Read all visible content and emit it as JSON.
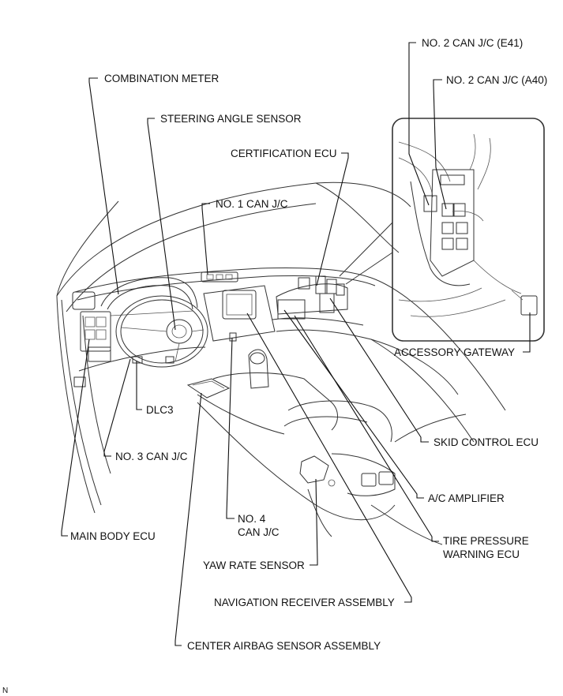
{
  "labels": {
    "combination_meter": "COMBINATION METER",
    "steering_angle_sensor": "STEERING ANGLE SENSOR",
    "certification_ecu": "CERTIFICATION ECU",
    "no1_can_jc": "NO. 1 CAN J/C",
    "no2_can_jc_e41": "NO. 2 CAN J/C (E41)",
    "no2_can_jc_a40": "NO. 2 CAN J/C (A40)",
    "accessory_gateway": "ACCESSORY GATEWAY",
    "skid_control_ecu": "SKID CONTROL ECU",
    "dlc3": "DLC3",
    "no3_can_jc": "NO. 3 CAN J/C",
    "ac_amplifier": "A/C AMPLIFIER",
    "no4_can_jc_line1": "NO. 4",
    "no4_can_jc_line2": "CAN J/C",
    "main_body_ecu": "MAIN BODY ECU",
    "tire_pressure_line1": "TIRE PRESSURE",
    "tire_pressure_line2": "WARNING ECU",
    "yaw_rate_sensor": "YAW RATE SENSOR",
    "navigation_receiver": "NAVIGATION RECEIVER ASSEMBLY",
    "center_airbag_sensor": "CENTER AIRBAG SENSOR ASSEMBLY",
    "corner_code": "N"
  }
}
